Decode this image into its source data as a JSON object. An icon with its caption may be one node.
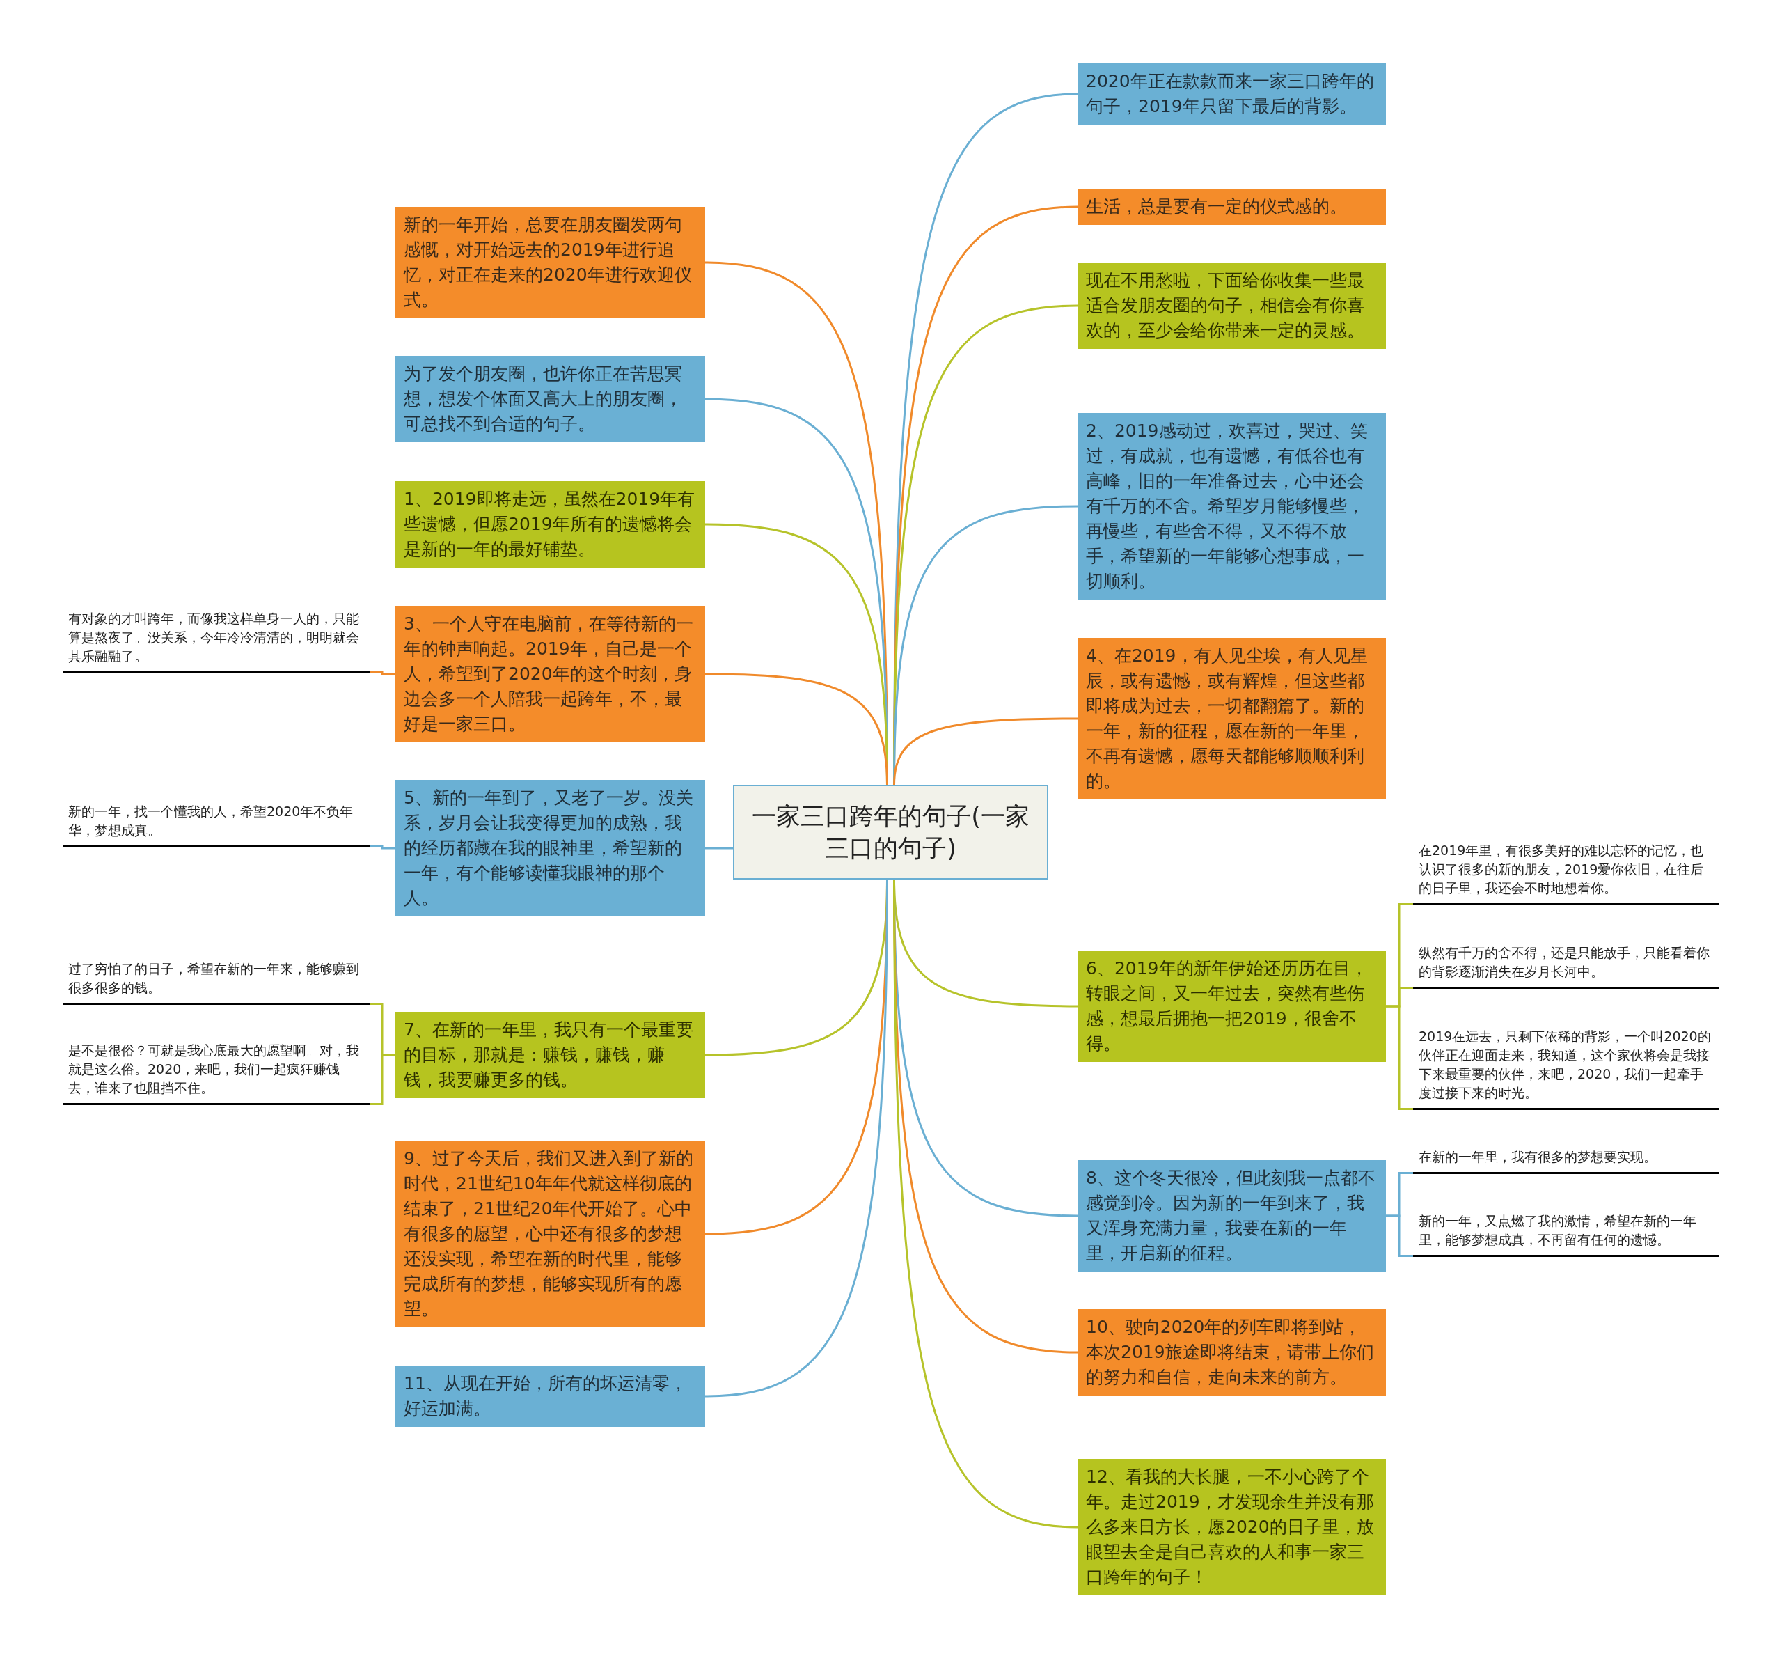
{
  "diagram": {
    "nodes": [
      {
        "text": [
          "一家三口跨年的句子(一家三口的句子)"
        ]
      },
      {
        "text": [
          "新的一年开始，总要在朋友圈发两句感慨，对开始远去的2019年进行追忆，对正在走来的2020年进行欢迎仪式。"
        ]
      },
      {
        "text": [
          "为了发个朋友圈，也许你正在苦思冥想，想发个体面又高大上的朋友圈，可总找不到合适的句子。"
        ]
      },
      {
        "text": [
          "1、2019即将走远，虽然在2019年有些遗憾，但愿2019年所有的遗憾将会是新的一年的最好铺垫。"
        ]
      },
      {
        "text": [
          "3、一个人守在电脑前，在等待新的一年的钟声响起。2019年，自己是一个人，希望到了2020年的这个时刻，身边会多一个人陪我一起跨年，不，最好是一家三口。"
        ]
      },
      {
        "text": [
          "5、新的一年到了，又老了一岁。没关系，岁月会让我变得更加的成熟，我的经历都藏在我的眼神里，希望新的一年，有个能够读懂我眼神的那个人。"
        ]
      },
      {
        "text": [
          "7、在新的一年里，我只有一个最重要的目标，那就是：赚钱，赚钱，赚钱，我要赚更多的钱。"
        ]
      },
      {
        "text": [
          "9、过了今天后，我们又进入到了新的时代，21世纪10年年代就这样彻底的结束了，21世纪20年代开始了。心中有很多的愿望，心中还有很多的梦想还没实现，希望在新的时代里，能够完成所有的梦想，能够实现所有的愿望。"
        ]
      },
      {
        "text": [
          "11、从现在开始，所有的坏运清零，好运加满。"
        ]
      },
      {
        "text": [
          "2020年正在款款而来一家三口跨年的句子，2019年只留下最后的背影。"
        ]
      },
      {
        "text": [
          "生活，总是要有一定的仪式感的。"
        ]
      },
      {
        "text": [
          "现在不用愁啦，下面给你收集一些最适合发朋友圈的句子，相信会有你喜欢的，至少会给你带来一定的灵感。"
        ]
      },
      {
        "text": [
          "2、2019感动过，欢喜过，哭过、笑过，有成就，也有遗憾，有低谷也有高峰，旧的一年准备过去，心中还会有千万的不舍。希望岁月能够慢些，再慢些，有些舍不得，又不得不放手，希望新的一年能够心想事成，一切顺利。"
        ]
      },
      {
        "text": [
          "4、在2019，有人见尘埃，有人见星辰，或有遗憾，或有辉煌，但这些都即将成为过去，一切都翻篇了。新的一年，新的征程，愿在新的一年里，不再有遗憾，愿每天都能够顺顺利利的。"
        ]
      },
      {
        "text": [
          "6、2019年的新年伊始还历历在目，转眼之间，又一年过去，突然有些伤感，想最后拥抱一把2019，很舍不得。"
        ]
      },
      {
        "text": [
          "8、这个冬天很冷，但此刻我一点都不感觉到冷。因为新的一年到来了，我又浑身充满力量，我要在新的一年里，开启新的征程。"
        ]
      },
      {
        "text": [
          "10、驶向2020年的列车即将到站，本次2019旅途即将结束，请带上你们的努力和自信，走向未来的前方。"
        ]
      },
      {
        "text": [
          "12、看我的大长腿，一不小心跨了个年。走过2019，才发现余生并没有那么多来日方长，愿2020的日子里，放眼望去全是自己喜欢的人和事一家三口跨年的句子！"
        ]
      },
      {
        "text": [
          "有对象的才叫跨年，而像我这样单身一人的，只能算是熬夜了。没关系，今年冷冷清清的，明明就会其乐融融了。"
        ]
      },
      {
        "text": [
          "新的一年，找一个懂我的人，希望2020年不负年华，梦想成真。"
        ]
      },
      {
        "text": [
          "过了穷怕了的日子，希望在新的一年来，能够赚到很多很多的钱。"
        ]
      },
      {
        "text": [
          "是不是很俗？可就是我心底最大的愿望啊。对，我就是这么俗。2020，来吧，我们一起疯狂赚钱去，谁来了也阻挡不住。"
        ]
      },
      {
        "text": [
          "在2019年里，有很多美好的难以忘怀的记忆，也认识了很多的新的朋友，2019爱你依旧，在往后的日子里，我还会不时地想着你。"
        ]
      },
      {
        "text": [
          "纵然有千万的舍不得，还是只能放手，只能看着你的背影逐渐消失在岁月长河中。"
        ]
      },
      {
        "text": [
          "2019在远去，只剩下依稀的背影，一个叫2020的伙伴正在迎面走来，我知道，这个家伙将会是我接下来最重要的伙伴，来吧，2020，我们一起牵手度过接下来的时光。"
        ]
      },
      {
        "text": [
          "在新的一年里，我有很多的梦想要实现。"
        ]
      },
      {
        "text": [
          "新的一年，又点燃了我的激情，希望在新的一年里，能够梦想成真，不再留有任何的遗憾。"
        ]
      }
    ],
    "edges": [
      {
        "from": 0,
        "to": 1,
        "arrow": "none",
        "color": "#f08a2b"
      },
      {
        "from": 0,
        "to": 2,
        "arrow": "none",
        "color": "#6aafd3"
      },
      {
        "from": 0,
        "to": 3,
        "arrow": "none",
        "color": "#b6c32a"
      },
      {
        "from": 0,
        "to": 4,
        "arrow": "none",
        "color": "#f08a2b"
      },
      {
        "from": 0,
        "to": 5,
        "arrow": "none",
        "color": "#6aafd3"
      },
      {
        "from": 0,
        "to": 6,
        "arrow": "none",
        "color": "#b6c32a"
      },
      {
        "from": 0,
        "to": 7,
        "arrow": "none",
        "color": "#f08a2b"
      },
      {
        "from": 0,
        "to": 8,
        "arrow": "none",
        "color": "#6aafd3"
      },
      {
        "from": 0,
        "to": 9,
        "arrow": "none",
        "color": "#6aafd3"
      },
      {
        "from": 0,
        "to": 10,
        "arrow": "none",
        "color": "#f08a2b"
      },
      {
        "from": 0,
        "to": 11,
        "arrow": "none",
        "color": "#b6c32a"
      },
      {
        "from": 0,
        "to": 12,
        "arrow": "none",
        "color": "#6aafd3"
      },
      {
        "from": 0,
        "to": 13,
        "arrow": "none",
        "color": "#f08a2b"
      },
      {
        "from": 0,
        "to": 14,
        "arrow": "none",
        "color": "#b6c32a"
      },
      {
        "from": 0,
        "to": 15,
        "arrow": "none",
        "color": "#6aafd3"
      },
      {
        "from": 0,
        "to": 16,
        "arrow": "none",
        "color": "#f08a2b"
      },
      {
        "from": 0,
        "to": 17,
        "arrow": "none",
        "color": "#b6c32a"
      },
      {
        "from": 4,
        "to": 18,
        "arrow": "none",
        "color": "#f08a2b"
      },
      {
        "from": 5,
        "to": 19,
        "arrow": "none",
        "color": "#6aafd3"
      },
      {
        "from": 6,
        "to": 20,
        "arrow": "none",
        "color": "#b6c32a"
      },
      {
        "from": 6,
        "to": 21,
        "arrow": "none",
        "color": "#b6c32a"
      },
      {
        "from": 14,
        "to": 22,
        "arrow": "none",
        "color": "#b6c32a"
      },
      {
        "from": 14,
        "to": 23,
        "arrow": "none",
        "color": "#b6c32a"
      },
      {
        "from": 14,
        "to": 24,
        "arrow": "none",
        "color": "#b6c32a"
      },
      {
        "from": 15,
        "to": 25,
        "arrow": "none",
        "color": "#6aafd3"
      },
      {
        "from": 15,
        "to": 26,
        "arrow": "none",
        "color": "#6aafd3"
      }
    ]
  }
}
